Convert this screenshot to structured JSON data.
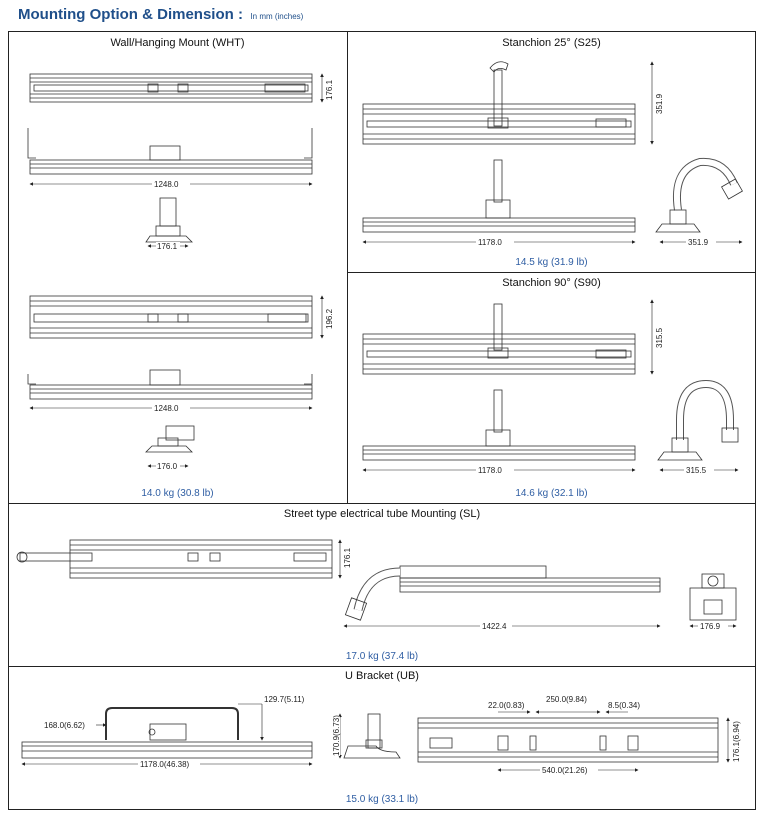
{
  "header": {
    "title": "Mounting Option & Dimension :",
    "units_note": "In mm (inches)"
  },
  "panels": {
    "wht": {
      "title": "Wall/Hanging Mount (WHT)",
      "dims": [
        "176.1",
        "1248.0",
        "176.1",
        "196.2",
        "1248.0",
        "176.0"
      ],
      "weight": "14.0 kg (30.8 lb)"
    },
    "s25": {
      "title": "Stanchion 25° (S25)",
      "dims": [
        "351.9",
        "1178.0",
        "351.9"
      ],
      "weight": "14.5 kg (31.9 lb)"
    },
    "s90": {
      "title": "Stanchion 90° (S90)",
      "dims": [
        "315.5",
        "1178.0",
        "315.5"
      ],
      "weight": "14.6 kg (32.1 lb)"
    },
    "sl": {
      "title": "Street type electrical tube Mounting (SL)",
      "dims": [
        "176.1",
        "1422.4",
        "176.9"
      ],
      "weight": "17.0 kg (37.4 lb)"
    },
    "ub": {
      "title": "U Bracket (UB)",
      "dims": [
        "129.7(5.11)",
        "168.0(6.62)",
        "1178.0(46.38)",
        "170.9(6.73)",
        "22.0(0.83)",
        "250.0(9.84)",
        "8.5(0.34)",
        "540.0(21.26)",
        "176.1(6.94)"
      ],
      "weight": "15.0 kg (33.1 lb)"
    }
  }
}
